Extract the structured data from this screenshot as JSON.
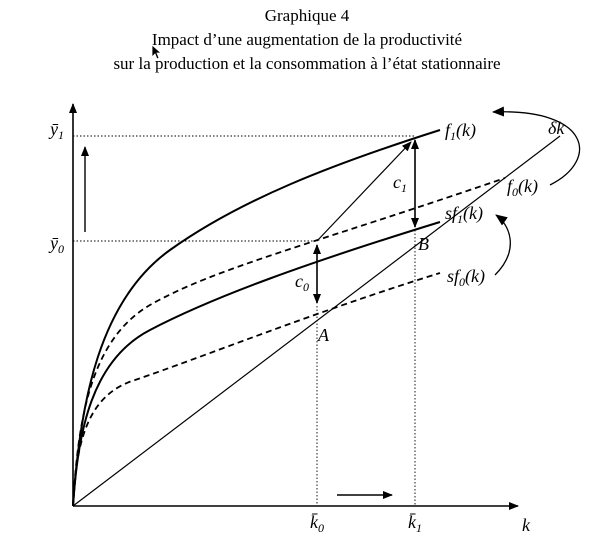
{
  "header": {
    "line1": "Graphique 4",
    "line2": "Impact d’une augmentation de la productivité",
    "line3": "sur la production et la consommation à l’état stationnaire"
  },
  "axes": {
    "x_label": "k",
    "y_top_label": "ȳ",
    "y_top_sub": "1",
    "y_mid_label": "ȳ",
    "y_mid_sub": "0",
    "k0_label": "k̄",
    "k0_sub": "0",
    "k1_label": "k̄",
    "k1_sub": "1"
  },
  "curves": {
    "f1": {
      "name": "f",
      "sub": "1",
      "arg": "(k)"
    },
    "f0": {
      "name": "f",
      "sub": "0",
      "arg": "(k)"
    },
    "sf1": {
      "name": "sf",
      "sub": "1",
      "arg": "(k)"
    },
    "sf0": {
      "name": "sf",
      "sub": "0",
      "arg": "(k)"
    },
    "dk": {
      "label": "δk"
    }
  },
  "points": {
    "A": "A",
    "B": "B"
  },
  "consumption": {
    "c0": {
      "name": "c",
      "sub": "0"
    },
    "c1": {
      "name": "c",
      "sub": "1"
    }
  },
  "icons": {
    "cursor": "mouse-cursor-icon"
  }
}
